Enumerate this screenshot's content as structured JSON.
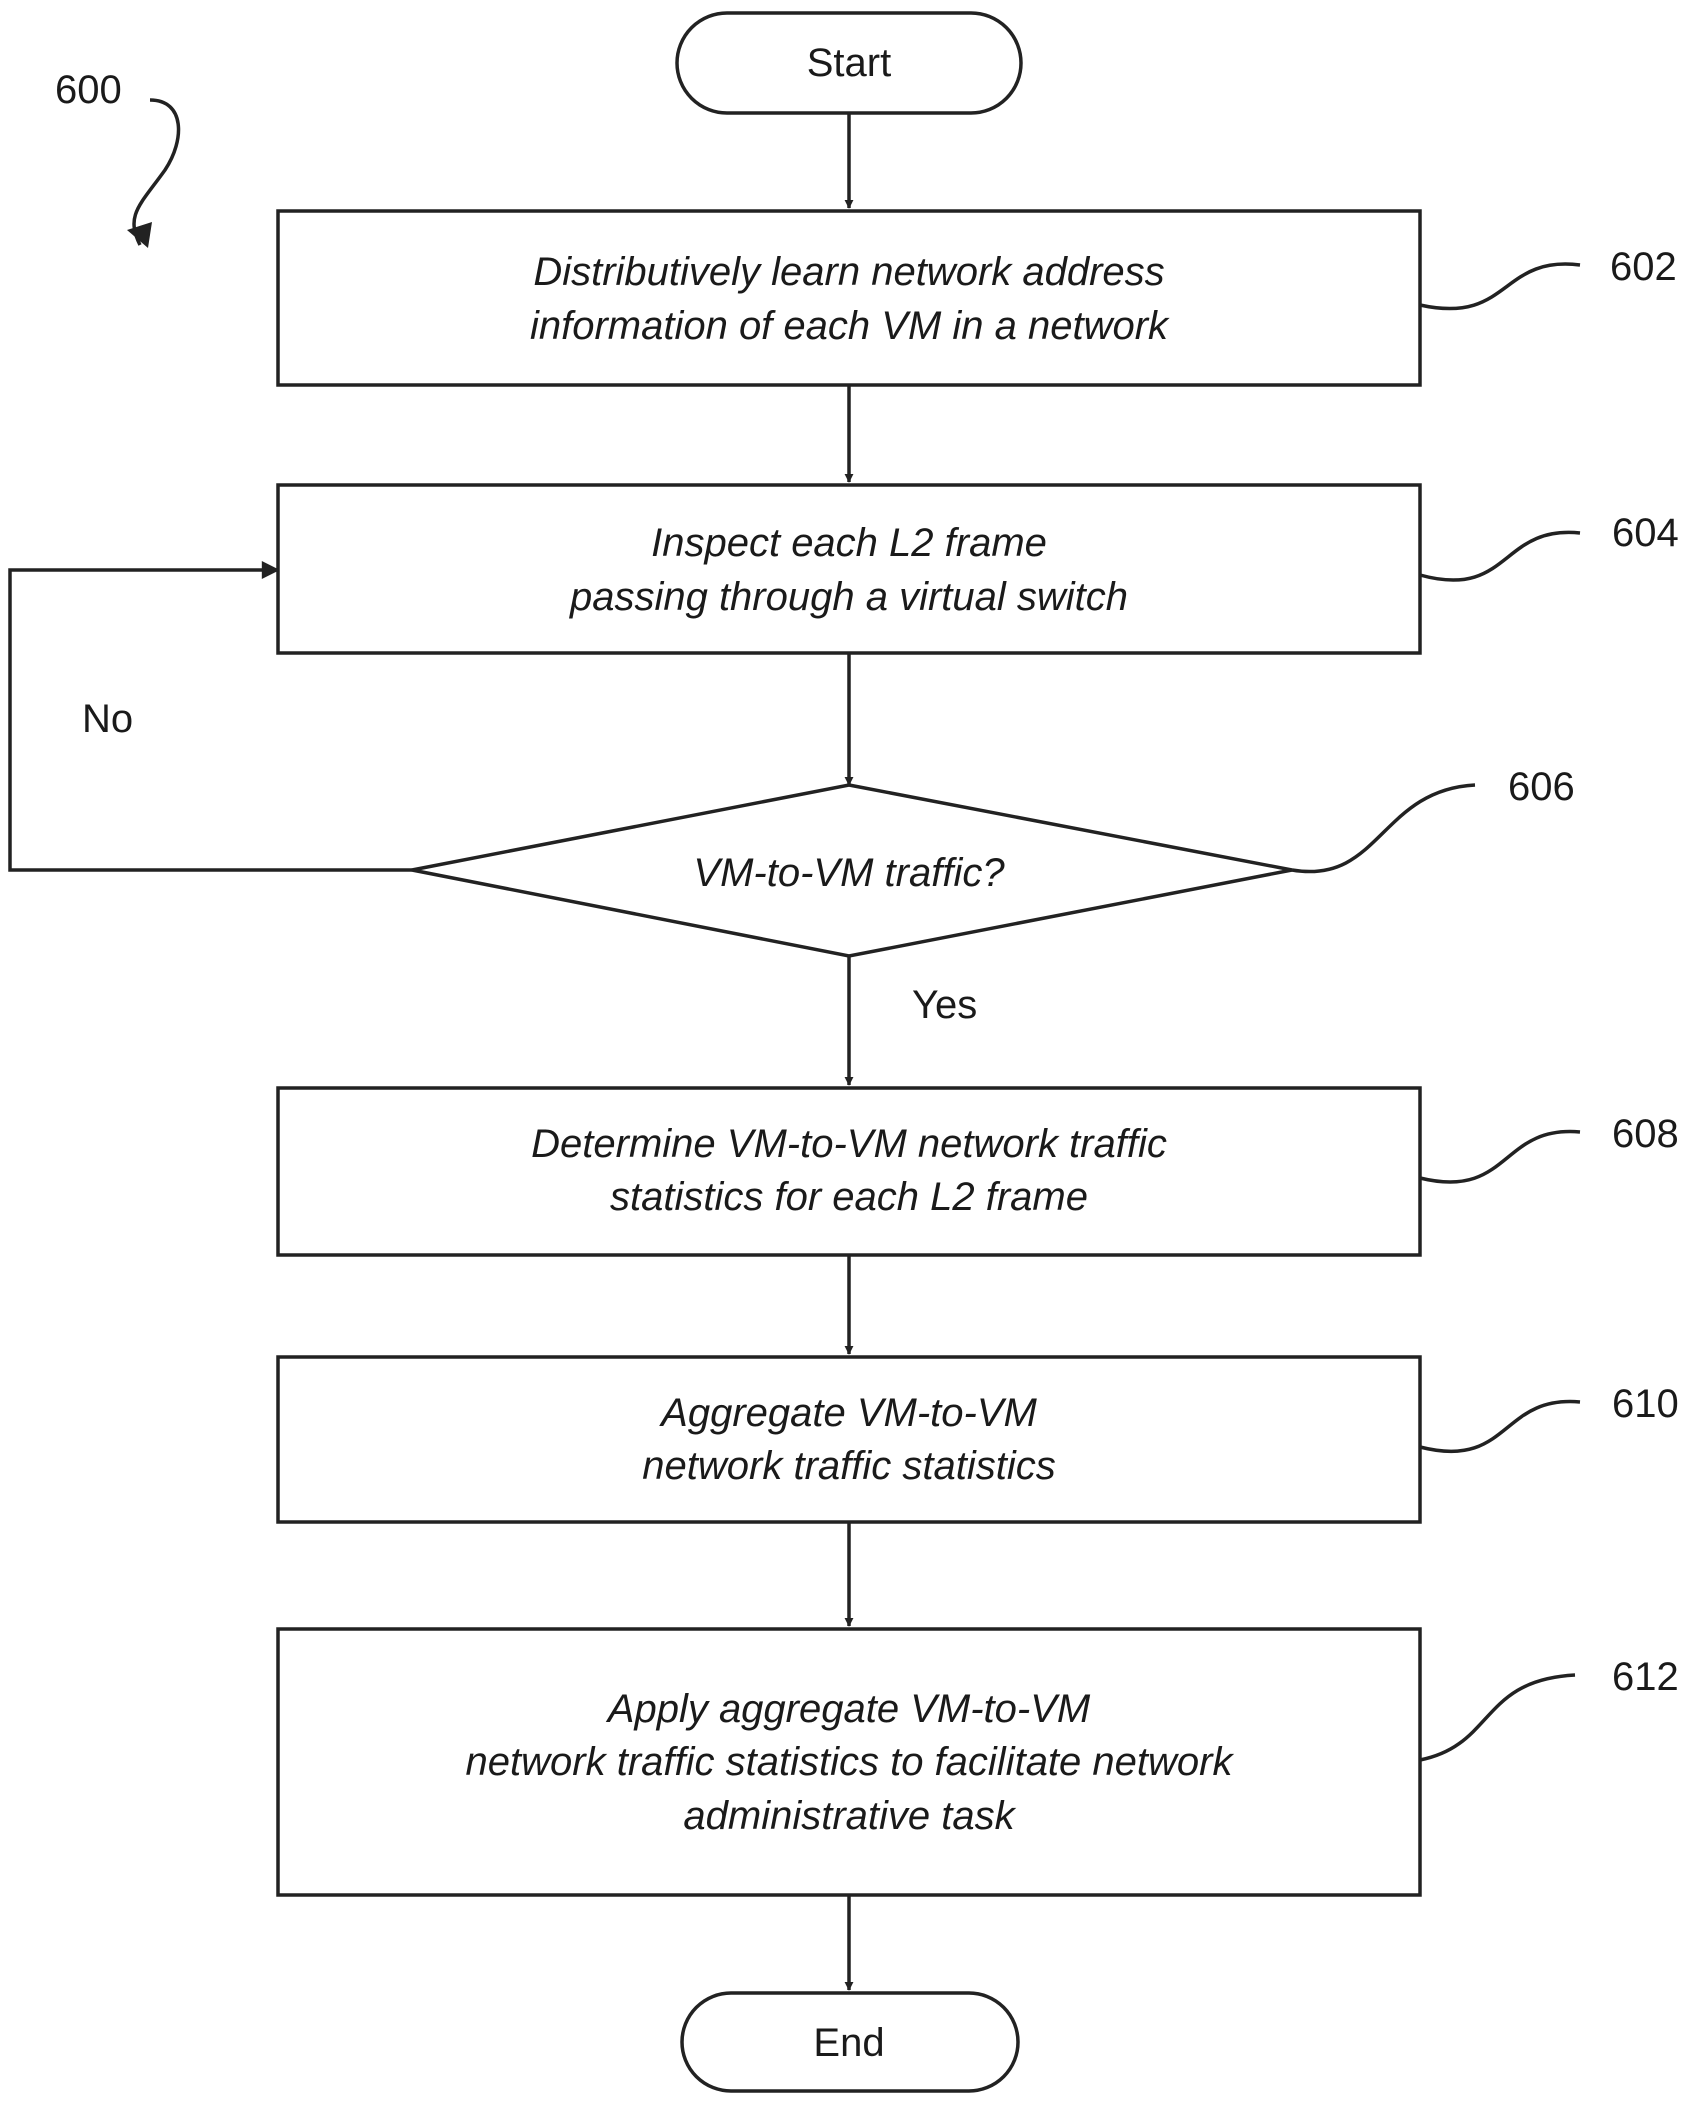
{
  "figure": {
    "number": "600",
    "start_label": "Start",
    "end_label": "End",
    "steps": [
      {
        "ref": "602",
        "lines": [
          "Distributively learn network address",
          "information of each VM in a network"
        ]
      },
      {
        "ref": "604",
        "lines": [
          "Inspect each L2 frame",
          "passing through a virtual switch"
        ]
      },
      {
        "ref": "608",
        "lines": [
          "Determine VM-to-VM network traffic",
          "statistics for each L2 frame"
        ]
      },
      {
        "ref": "610",
        "lines": [
          "Aggregate VM-to-VM",
          "network traffic statistics"
        ]
      },
      {
        "ref": "612",
        "lines": [
          "Apply aggregate VM-to-VM",
          "network traffic statistics to facilitate network",
          "administrative task"
        ]
      }
    ],
    "decision": {
      "ref": "606",
      "label": "VM-to-VM traffic?",
      "yes_label": "Yes",
      "no_label": "No"
    }
  }
}
